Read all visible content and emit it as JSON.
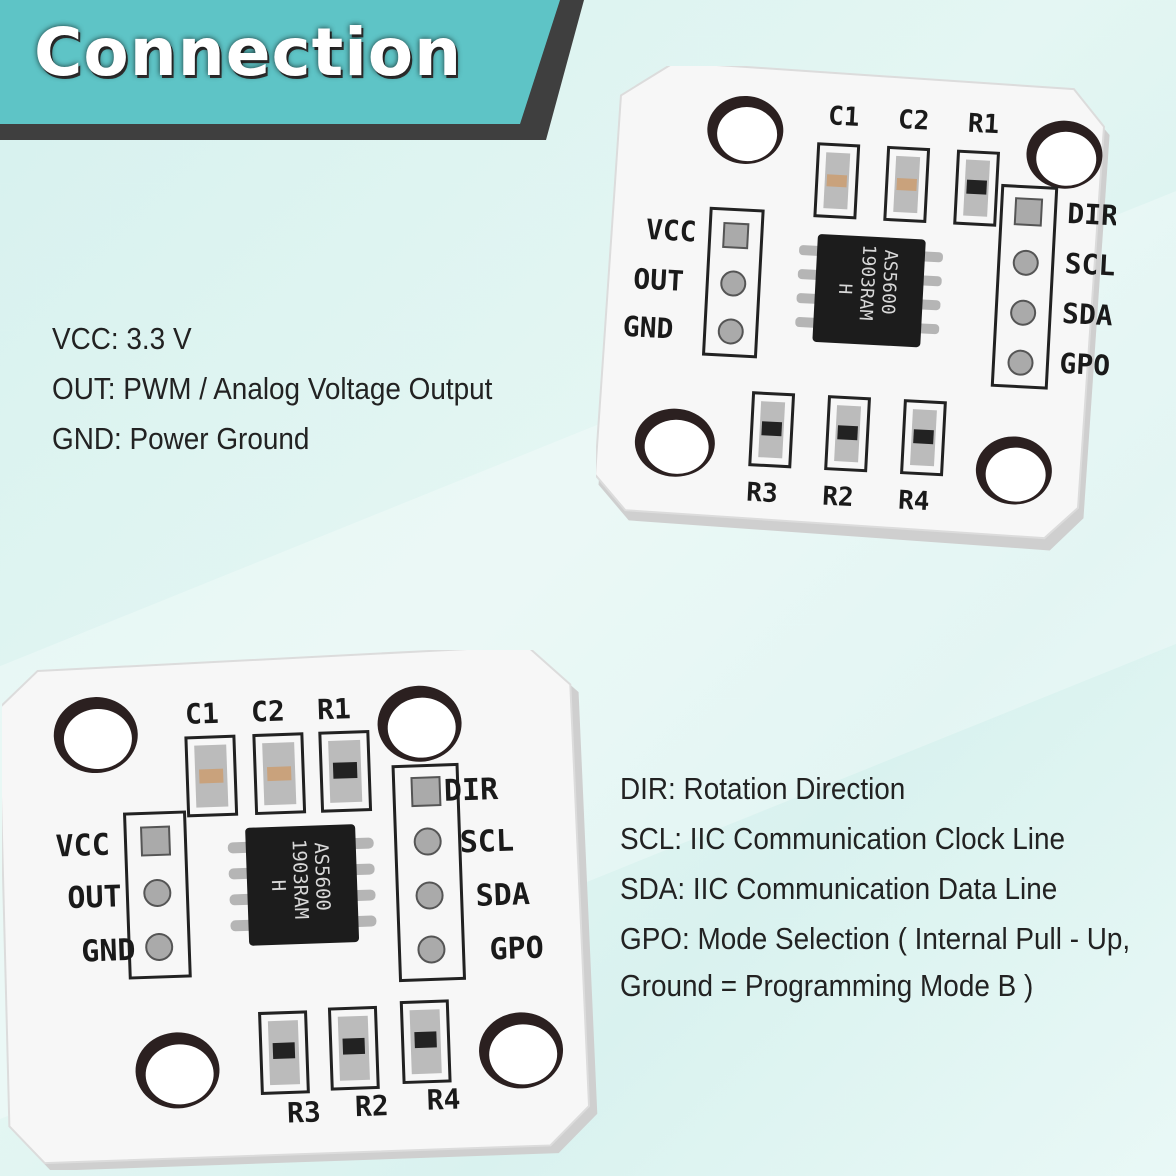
{
  "banner": {
    "title": "Connection"
  },
  "left_pins": [
    "VCC: 3.3 V",
    "OUT: PWM / Analog Voltage Output",
    "GND: Power Ground"
  ],
  "right_pins": [
    "DIR: Rotation Direction",
    "SCL: IIC Communication Clock Line",
    "SDA: IIC Communication Data Line",
    "GPO: Mode Selection ( Internal Pull - Up,",
    "Ground = Programming Mode B )"
  ],
  "board": {
    "components_top": [
      "C1",
      "C2",
      "R1"
    ],
    "components_bottom": [
      "R3",
      "R2",
      "R4"
    ],
    "pins_left": [
      "VCC",
      "OUT",
      "GND"
    ],
    "pins_right": [
      "DIR",
      "SCL",
      "SDA",
      "GPO"
    ],
    "chip_line1": "AS5600",
    "chip_line2": "1903RAM",
    "chip_line3": "H"
  },
  "colors": {
    "banner_teal": "#5ec4c6",
    "banner_dark": "#3f3f3f",
    "board": "#f7f7f7"
  }
}
